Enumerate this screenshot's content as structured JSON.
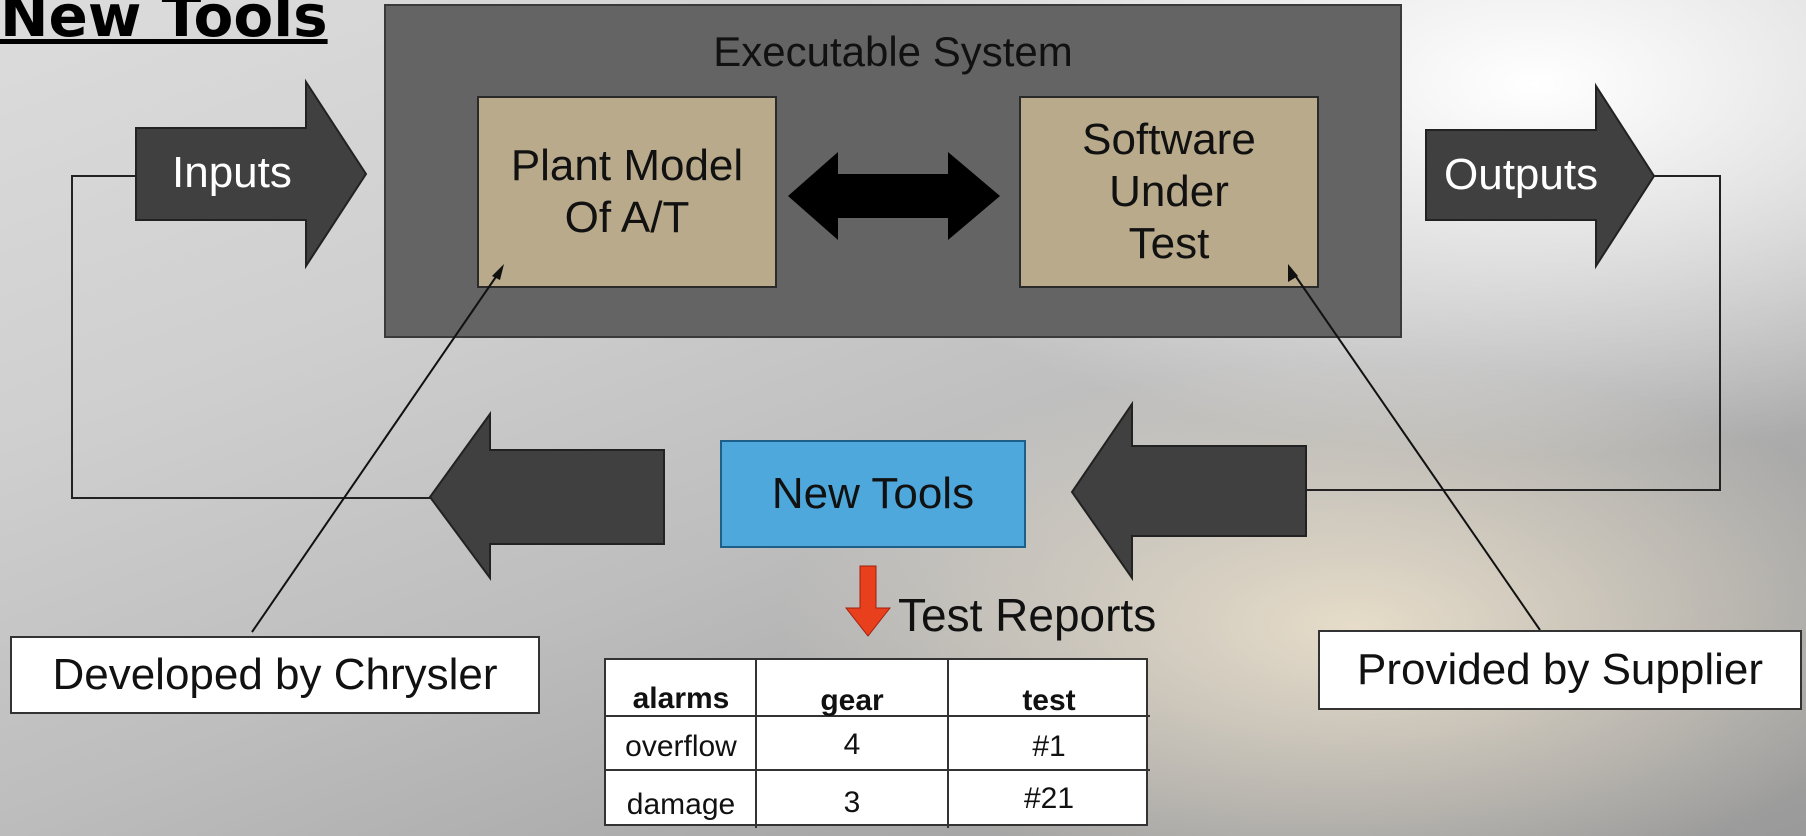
{
  "page_title": "New Tools",
  "executable_system": {
    "title": "Executable System",
    "plant_model": "Plant Model\nOf A/T",
    "software": "Software\nUnder\nTest"
  },
  "inputs_label": "Inputs",
  "outputs_label": "Outputs",
  "new_tools_label": "New Tools",
  "test_reports_label": "Test Reports",
  "developed_by": "Developed by Chrysler",
  "provided_by": "Provided by Supplier",
  "table": {
    "headers": [
      "alarms",
      "gear",
      "test"
    ],
    "rows": [
      [
        "overflow",
        "4",
        "#1"
      ],
      [
        "damage",
        "3",
        "#21"
      ]
    ]
  },
  "colors": {
    "arrow_fill": "#404040",
    "tan_box": "#b8aa8a",
    "new_tools_box": "#4fa8dc",
    "report_arrow": "#e8401c"
  }
}
